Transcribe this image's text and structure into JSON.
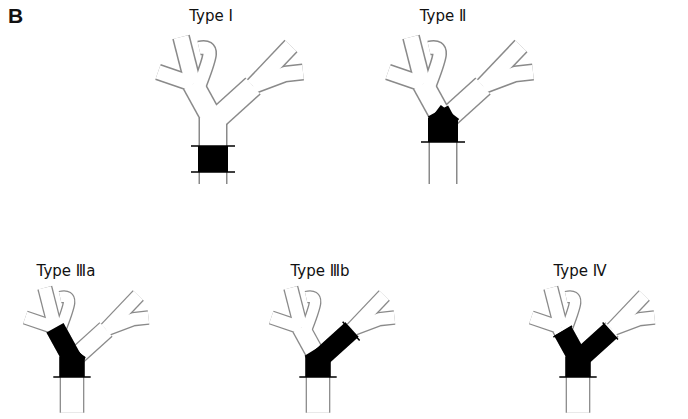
{
  "diagram": {
    "labels": [
      "B",
      "Type Ⅰ",
      "Type Ⅱ",
      "Type Ⅲa",
      "Type Ⅲb",
      "Type Ⅳ"
    ]
  }
}
